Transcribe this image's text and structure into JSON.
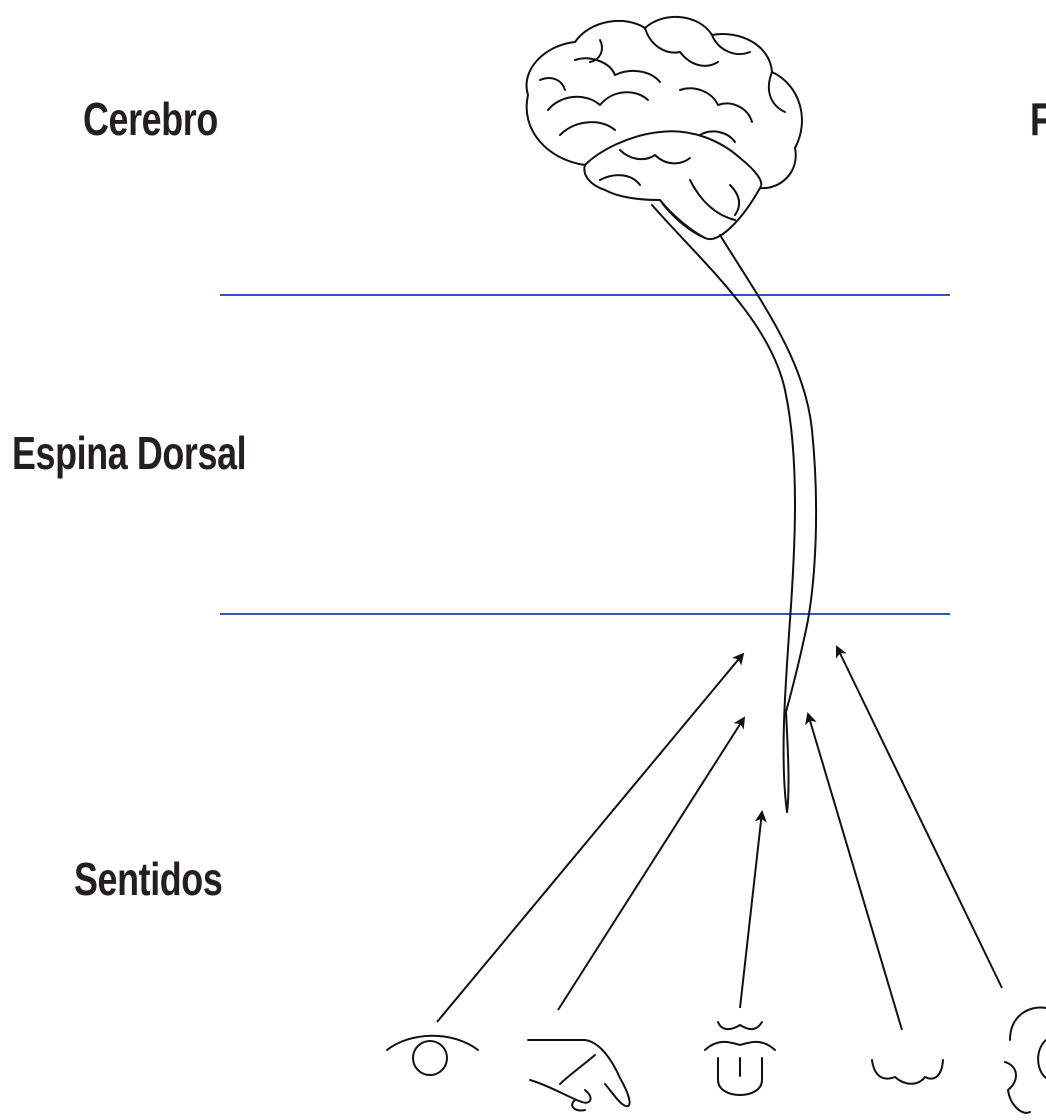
{
  "labels": {
    "brain": "Cerebro",
    "spine": "Espina Dorsal",
    "senses": "Sentidos",
    "right_partial": "F"
  },
  "colors": {
    "divider": "#2e5aa8",
    "ink": "#111111",
    "text": "#231f20"
  },
  "icons": [
    "brain-icon",
    "spinal-cord",
    "eye-icon",
    "hand-icon",
    "mouth-icon",
    "nose-icon",
    "ear-icon"
  ]
}
